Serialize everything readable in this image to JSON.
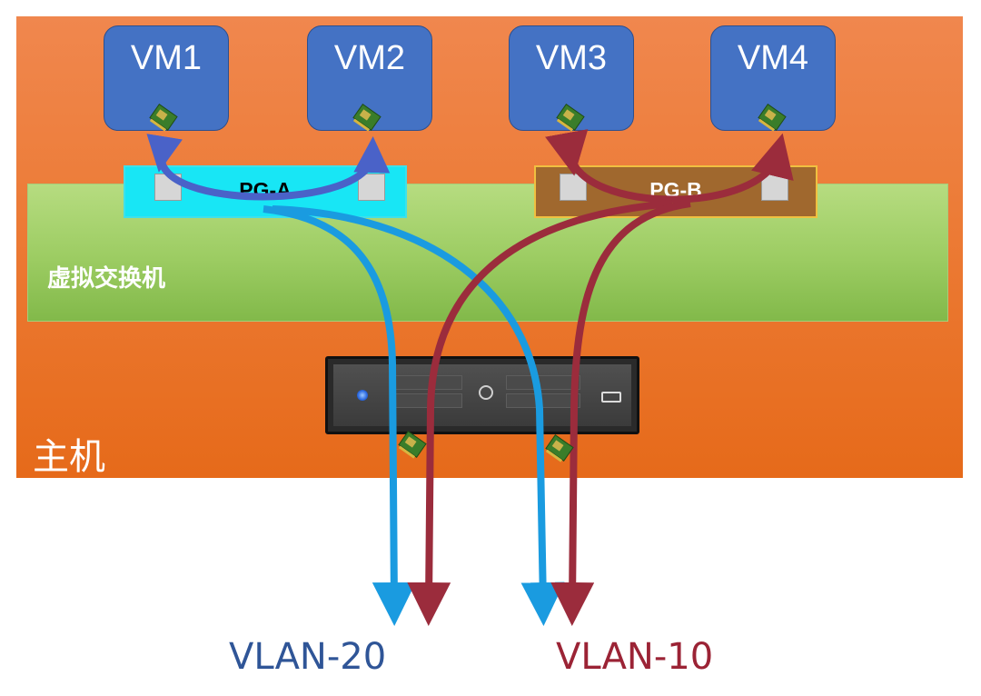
{
  "vms": [
    {
      "label": "VM1"
    },
    {
      "label": "VM2"
    },
    {
      "label": "VM3"
    },
    {
      "label": "VM4"
    }
  ],
  "port_groups": [
    {
      "label": "PG-A"
    },
    {
      "label": "PG-B"
    }
  ],
  "vswitch": {
    "label": "虚拟交换机"
  },
  "host": {
    "label": "主机"
  },
  "vlans": [
    {
      "label": "VLAN-20",
      "color": "#2f5597"
    },
    {
      "label": "VLAN-10",
      "color": "#9b2335"
    }
  ],
  "colors": {
    "host": "#e8732a",
    "vswitch": "#9ccc62",
    "vm": "#4472c4",
    "pg_a": "#18e6f5",
    "pg_b": "#a0682e",
    "flow_vlan20": "#1a9be0",
    "flow_vlan10": "#9b2c3c",
    "flow_pg_a_local": "#4a62c8"
  },
  "icons": {
    "vm_nic": "network-card-icon",
    "host_nic": "network-card-icon",
    "server": "server-icon"
  }
}
